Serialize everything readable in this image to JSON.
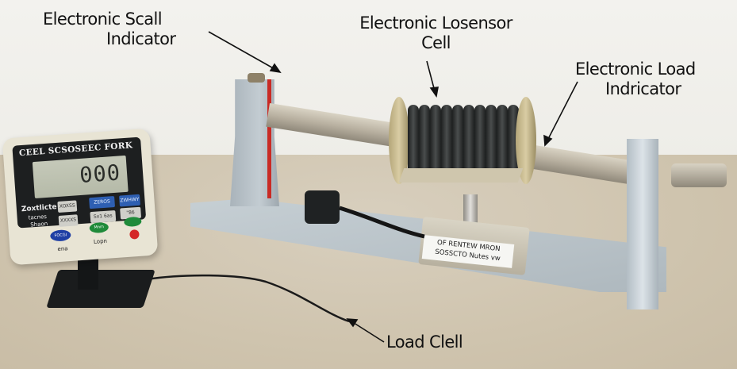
{
  "labels": {
    "scale_indicator": {
      "line1": "Electronic Scall",
      "line2": "Indicator"
    },
    "sensor_cell": {
      "line1": "Electronic Losensor",
      "line2": "Cell"
    },
    "load_indicator": {
      "line1": "Electronic Load",
      "line2": "Indricator"
    },
    "load_cell": "Load Clell"
  },
  "indicator_device": {
    "title": "CEEL SCSOSEEC FORK",
    "display_value": "000",
    "side_labels": [
      "Zoxtlicte",
      "tacnes",
      "Shaon"
    ],
    "keys": [
      {
        "label": "XOXSS",
        "style": "gray"
      },
      {
        "label": "ZEROS",
        "style": "blue"
      },
      {
        "label": "ZWHWY",
        "style": "blue"
      },
      {
        "label": "XXXXS",
        "style": "gray"
      },
      {
        "label": "Sx1 6as",
        "style": "gray"
      },
      {
        "label": "\"86",
        "style": "gray"
      }
    ],
    "buttons": [
      {
        "label": "FOCGI",
        "color": "#1f3fa4",
        "caption": "ena"
      },
      {
        "label": "Mnm",
        "color": "#1f8a3a",
        "caption": "Lopn"
      },
      {
        "label": "",
        "color": "#1f8a3a",
        "caption": ""
      },
      {
        "label": "",
        "color": "#d42828",
        "caption": ""
      }
    ]
  },
  "sensor_tag": {
    "line1": "OF RENTEW MRON",
    "line2": "SOSSCTO Nutes vw"
  },
  "colors": {
    "frame": "#b9c3c9",
    "spring": "#2a2d2d",
    "brass": "#c8ba8e",
    "red_band": "#c92a24",
    "label_text": "#111111"
  }
}
